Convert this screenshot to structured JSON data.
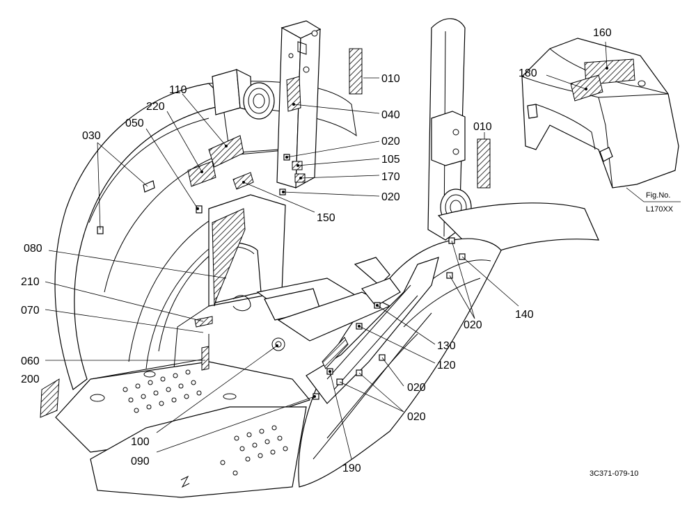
{
  "figure": {
    "fig_label": "Fig.No.",
    "fig_number": "L170XX",
    "drawing_code": "3C371-079-10"
  },
  "callouts": [
    {
      "id": "010a",
      "label": "010"
    },
    {
      "id": "010b",
      "label": "010"
    },
    {
      "id": "020a",
      "label": "020"
    },
    {
      "id": "020b",
      "label": "020"
    },
    {
      "id": "020c",
      "label": "020"
    },
    {
      "id": "020d",
      "label": "020"
    },
    {
      "id": "020e",
      "label": "020"
    },
    {
      "id": "030",
      "label": "030"
    },
    {
      "id": "040",
      "label": "040"
    },
    {
      "id": "050",
      "label": "050"
    },
    {
      "id": "060",
      "label": "060"
    },
    {
      "id": "070",
      "label": "070"
    },
    {
      "id": "080",
      "label": "080"
    },
    {
      "id": "090",
      "label": "090"
    },
    {
      "id": "100",
      "label": "100"
    },
    {
      "id": "105",
      "label": "105"
    },
    {
      "id": "110",
      "label": "110"
    },
    {
      "id": "120",
      "label": "120"
    },
    {
      "id": "130",
      "label": "130"
    },
    {
      "id": "140",
      "label": "140"
    },
    {
      "id": "150",
      "label": "150"
    },
    {
      "id": "160",
      "label": "160"
    },
    {
      "id": "170",
      "label": "170"
    },
    {
      "id": "180",
      "label": "180"
    },
    {
      "id": "190",
      "label": "190"
    },
    {
      "id": "200",
      "label": "200"
    },
    {
      "id": "210",
      "label": "210"
    },
    {
      "id": "220",
      "label": "220"
    }
  ]
}
